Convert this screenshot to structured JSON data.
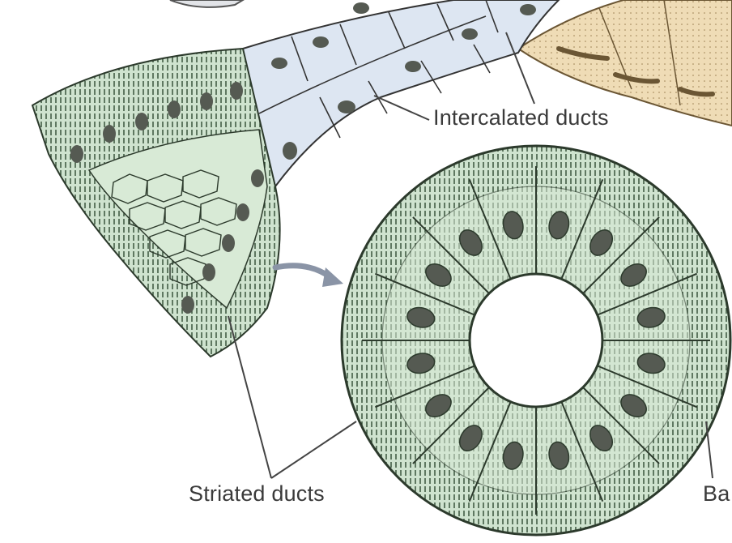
{
  "labels": {
    "intercalated_ducts": "Intercalated ducts",
    "striated_ducts": "Striated ducts",
    "basal_partial": "Ba"
  },
  "colors": {
    "duct_green": "#cfe3cf",
    "cell_green": "#d8ead6",
    "intercalated_blue": "#dde6f2",
    "acinus_tan": "#efdcb6",
    "nucleus": "#555a52",
    "outline": "#2c3a2c",
    "leader": "#444444"
  },
  "icons": {
    "arrow": "curved-arrow-icon"
  }
}
